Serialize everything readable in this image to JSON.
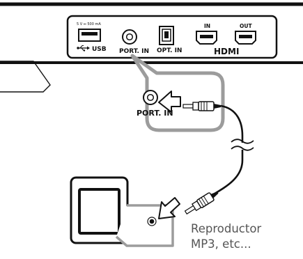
{
  "panel": {
    "usb_rating": "5 V ⎓ 500 mA",
    "usb_label": "USB",
    "port_in_label": "PORT. IN",
    "opt_in_label": "OPT. IN",
    "hdmi_in_label": "IN",
    "hdmi_out_label": "OUT",
    "hdmi_label": "HDMI"
  },
  "callout": {
    "port_in_label": "PORT. IN"
  },
  "caption": {
    "line1": "Reproductor",
    "line2": "MP3, etc..."
  },
  "icons": [
    "usb-icon",
    "audio-jack-icon",
    "optical-port-icon",
    "hdmi-port-icon",
    "arrow-icon",
    "cable-break-icon",
    "mp3-player-icon"
  ]
}
